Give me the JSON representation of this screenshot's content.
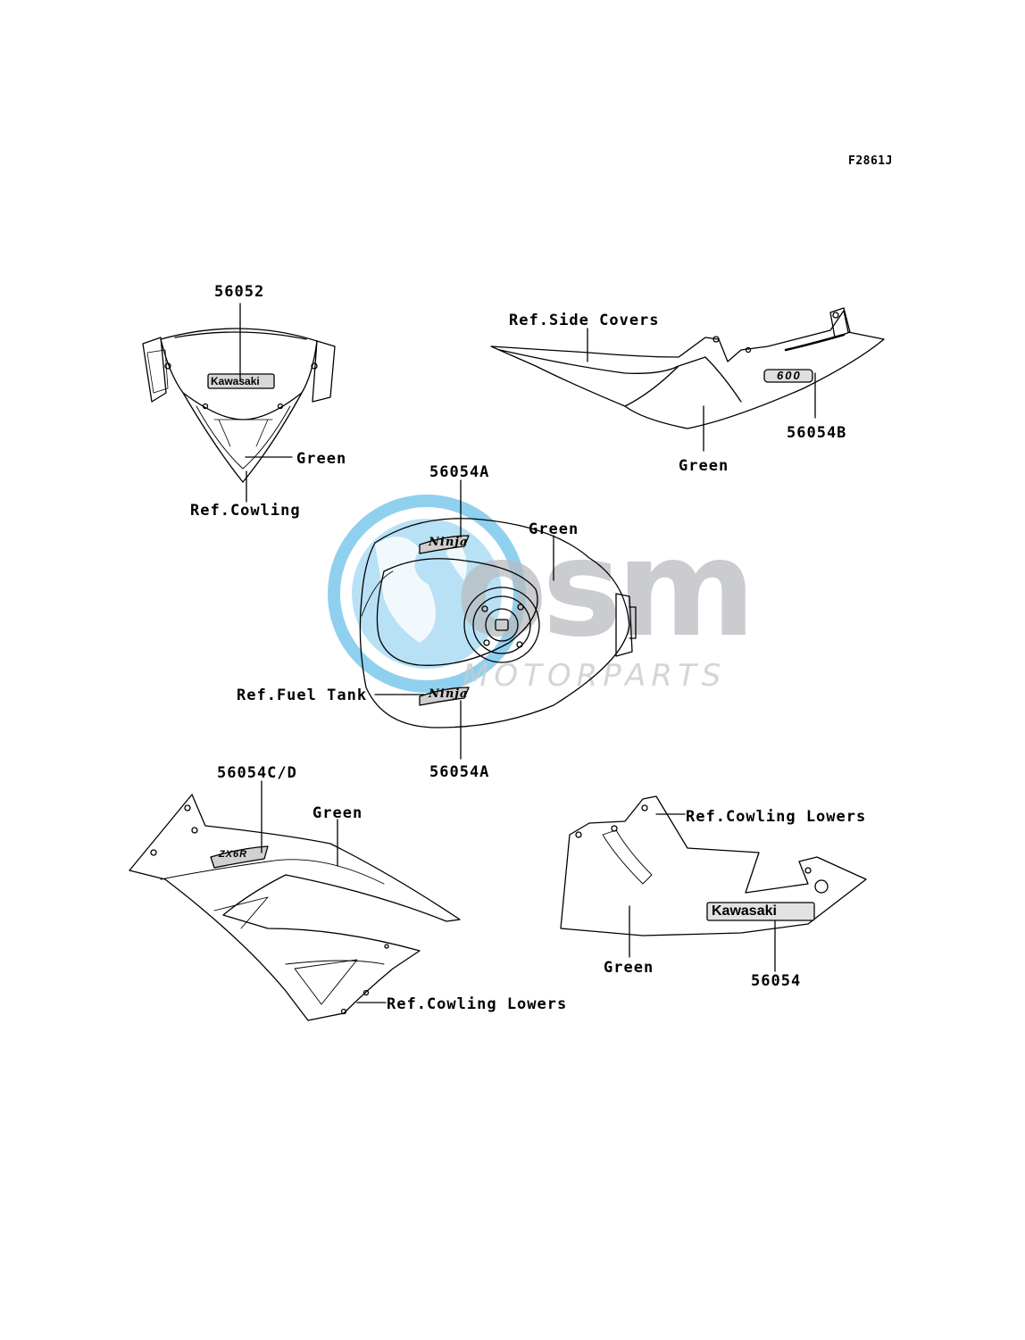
{
  "diagram": {
    "figure_code": "F2861J",
    "brand_color": "#2fa7e0",
    "line_color": "#000000",
    "watermark": {
      "logo_text": "osm",
      "sub_text": "MOTORPARTS",
      "globe_color": "#35a9e1",
      "letter_color": "#b9bcc0"
    },
    "decal_text": {
      "kawasaki": "Kawasaki",
      "ninja": "Ninja",
      "model": "ZX6R",
      "badge": "600"
    },
    "labels": {
      "upper_cowl_part": "56052",
      "upper_cowl_color": "Green",
      "upper_cowl_ref": "Ref.Cowling",
      "seat_ref": "Ref.Side Covers",
      "seat_part": "56054B",
      "seat_color": "Green",
      "tank_part_top": "56054A",
      "tank_color": "Green",
      "tank_ref": "Ref.Fuel Tank",
      "tank_part_bottom": "56054A",
      "side_cowl_part": "56054C/D",
      "side_cowl_color": "Green",
      "side_cowl_ref": "Ref.Cowling Lowers",
      "lower_ref": "Ref.Cowling Lowers",
      "lower_color": "Green",
      "lower_part": "56054"
    }
  }
}
